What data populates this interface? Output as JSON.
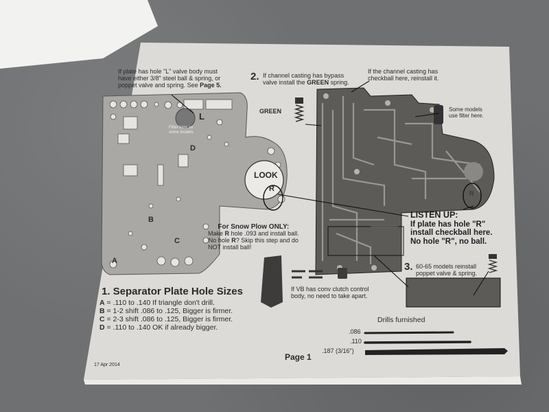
{
  "plate_note": {
    "line1": "If plate has hole \"L\" valve body must",
    "line2": "have either 3/8\" steel ball & spring, or",
    "line3": "poppet valve and spring.  See",
    "line3_bold": "Page 5."
  },
  "filter_plate_note": {
    "line1": "Filter here on",
    "line2": "some models"
  },
  "plate_labels": {
    "l": "L",
    "d": "D",
    "b": "B",
    "c": "C",
    "a": "A",
    "look": "LOOK",
    "r": "R"
  },
  "step2": {
    "number": "2.",
    "line1": "If channel casting has bypass",
    "line2_a": "valve install the",
    "line2_bold": "GREEN",
    "line2_b": "spring.",
    "spring_label": "GREEN"
  },
  "checkball_note": {
    "line1": "If the channel casting has",
    "line2": "checkball here, reinstall it."
  },
  "filter_note": {
    "line1": "Some models",
    "line2": "use filter here."
  },
  "checkball_marker": "R",
  "snow_plow": {
    "title": "For Snow Plow ONLY:",
    "line1_a": "Make",
    "line1_bold": "R",
    "line1_b": "hole .093 and install ball.",
    "line2_a": "No hole",
    "line2_bold": "R",
    "line2_b": "?  Skip this step and do",
    "line3": "NOT install ball!"
  },
  "listen_up": {
    "title": "LISTEN UP:",
    "line1": "If plate has hole \"R\"",
    "line2": "install checkball here.",
    "line3": "No hole \"R\", no ball."
  },
  "step3": {
    "number": "3.",
    "line1": "60-65 models reinstall",
    "line2": "poppet valve & spring."
  },
  "vb_note": {
    "line1": "If VB has conv clutch control",
    "line2": "body, no need to take apart."
  },
  "section1": {
    "heading": "1.  Separator Plate Hole Sizes",
    "rows": [
      {
        "key": "A",
        "text": " = .110 to .140  If triangle don't drill."
      },
      {
        "key": "B",
        "text": " = 1-2 shift .086 to .125,  Bigger is firmer."
      },
      {
        "key": "C",
        "text": " = 2-3 shift .086 to .125,  Bigger is firmer."
      },
      {
        "key": "D",
        "text": " = .110 to .140 OK if already bigger."
      }
    ]
  },
  "drills": {
    "title": "Drills furnished",
    "sizes": [
      ".086",
      ".110",
      ".187 (3/16\")"
    ]
  },
  "page_label": "Page 1",
  "date": "17 Apr 2014"
}
